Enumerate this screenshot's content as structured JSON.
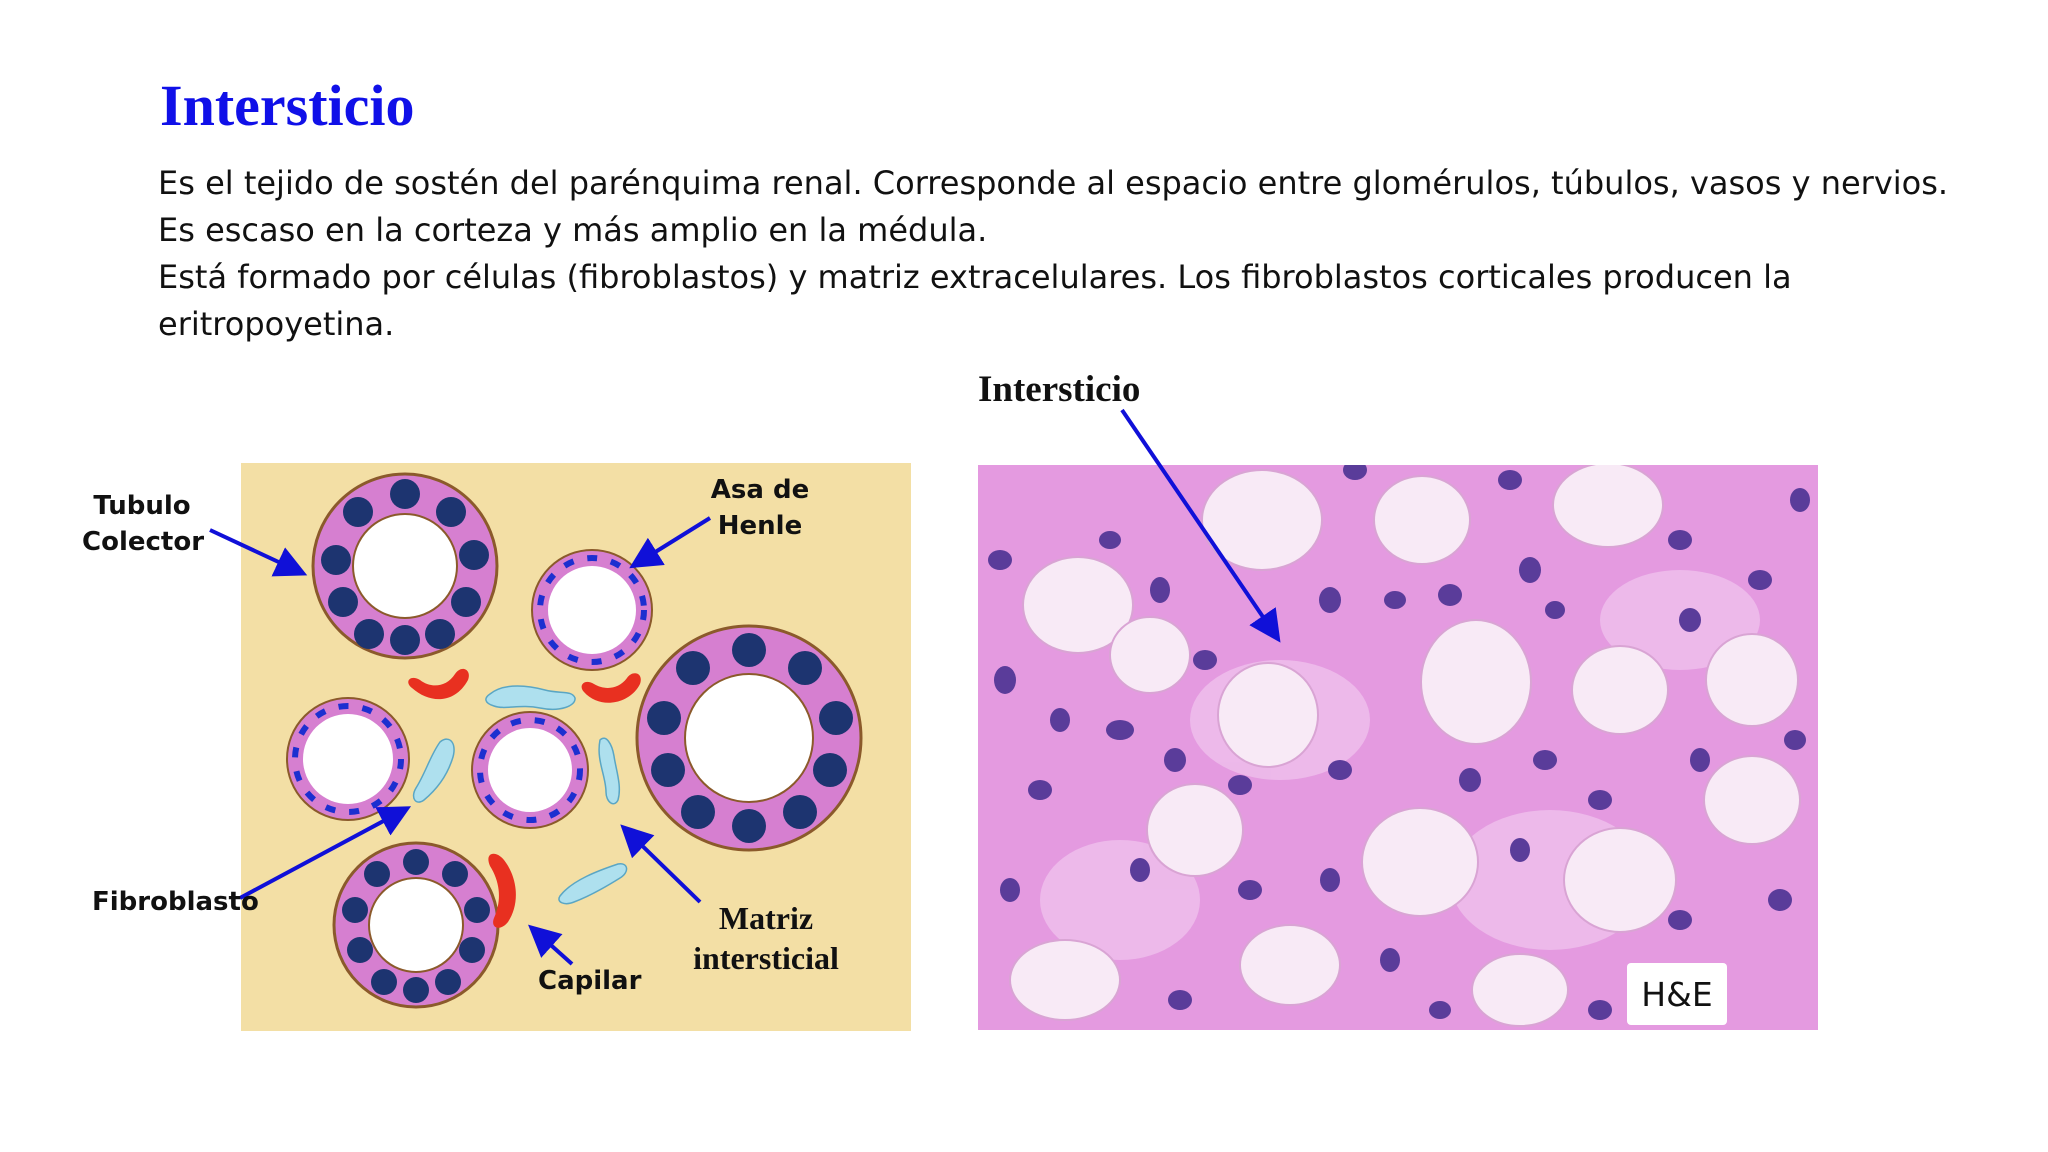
{
  "slide": {
    "title": "Intersticio",
    "paragraphs": [
      "Es el tejido de sostén del parénquima renal. Corresponde al espacio entre glomérulos, túbulos, vasos y nervios. Es escaso en la corteza y más amplio en la médula.",
      "Está formado por células (fibroblastos) y matriz extracelulares. Los fibroblastos corticales producen la eritropoyetina."
    ]
  },
  "diagram": {
    "labels": {
      "tubulo_line1": "Tubulo",
      "tubulo_line2": "Colector",
      "asa_line1": "Asa de",
      "asa_line2": "Henle",
      "fibroblasto": "Fibroblasto",
      "capilar": "Capilar",
      "matriz_line1": "Matriz",
      "matriz_line2": "intersticial"
    },
    "colors": {
      "background": "#f3dfa5",
      "tubule_wall": "#d67fd0",
      "tubule_border": "#8b5a2b",
      "nucleus": "#1d3470",
      "thin_nucleus": "#1c2fd0",
      "capillary": "#e83020",
      "fibroblast": "#aee0ee",
      "arrow": "#1010d8"
    }
  },
  "micrograph": {
    "title": "Intersticio",
    "stain_badge": "H&E",
    "colors": {
      "background": "#e49ae0",
      "lumen": "#f8eaf6",
      "nucleus": "#5a3c9a"
    }
  }
}
